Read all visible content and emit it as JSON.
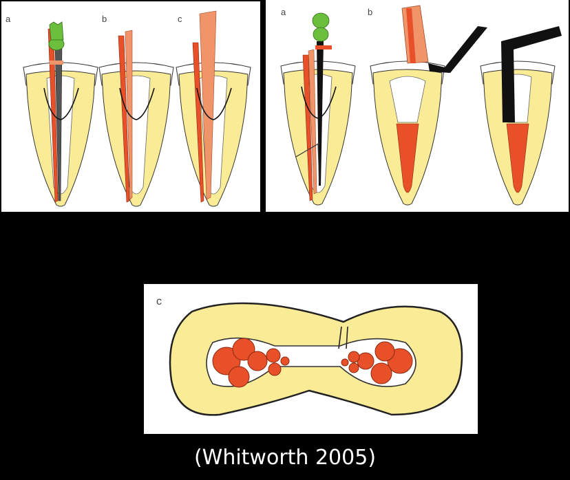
{
  "panels": {
    "lateral": {
      "labels": [
        "a",
        "b",
        "c"
      ]
    },
    "vertical": {
      "labels": [
        "a",
        "b"
      ]
    },
    "cross_section": {
      "label": "c"
    }
  },
  "caption": "(Whitworth 2005)",
  "colors": {
    "background": "#000000",
    "dentin": "#FAEB96",
    "gutta_percha": "#E8502A",
    "accessory_cone": "#F0956A",
    "spreader_handle": "#6BBF3C",
    "heat_carrier": "#111111"
  }
}
